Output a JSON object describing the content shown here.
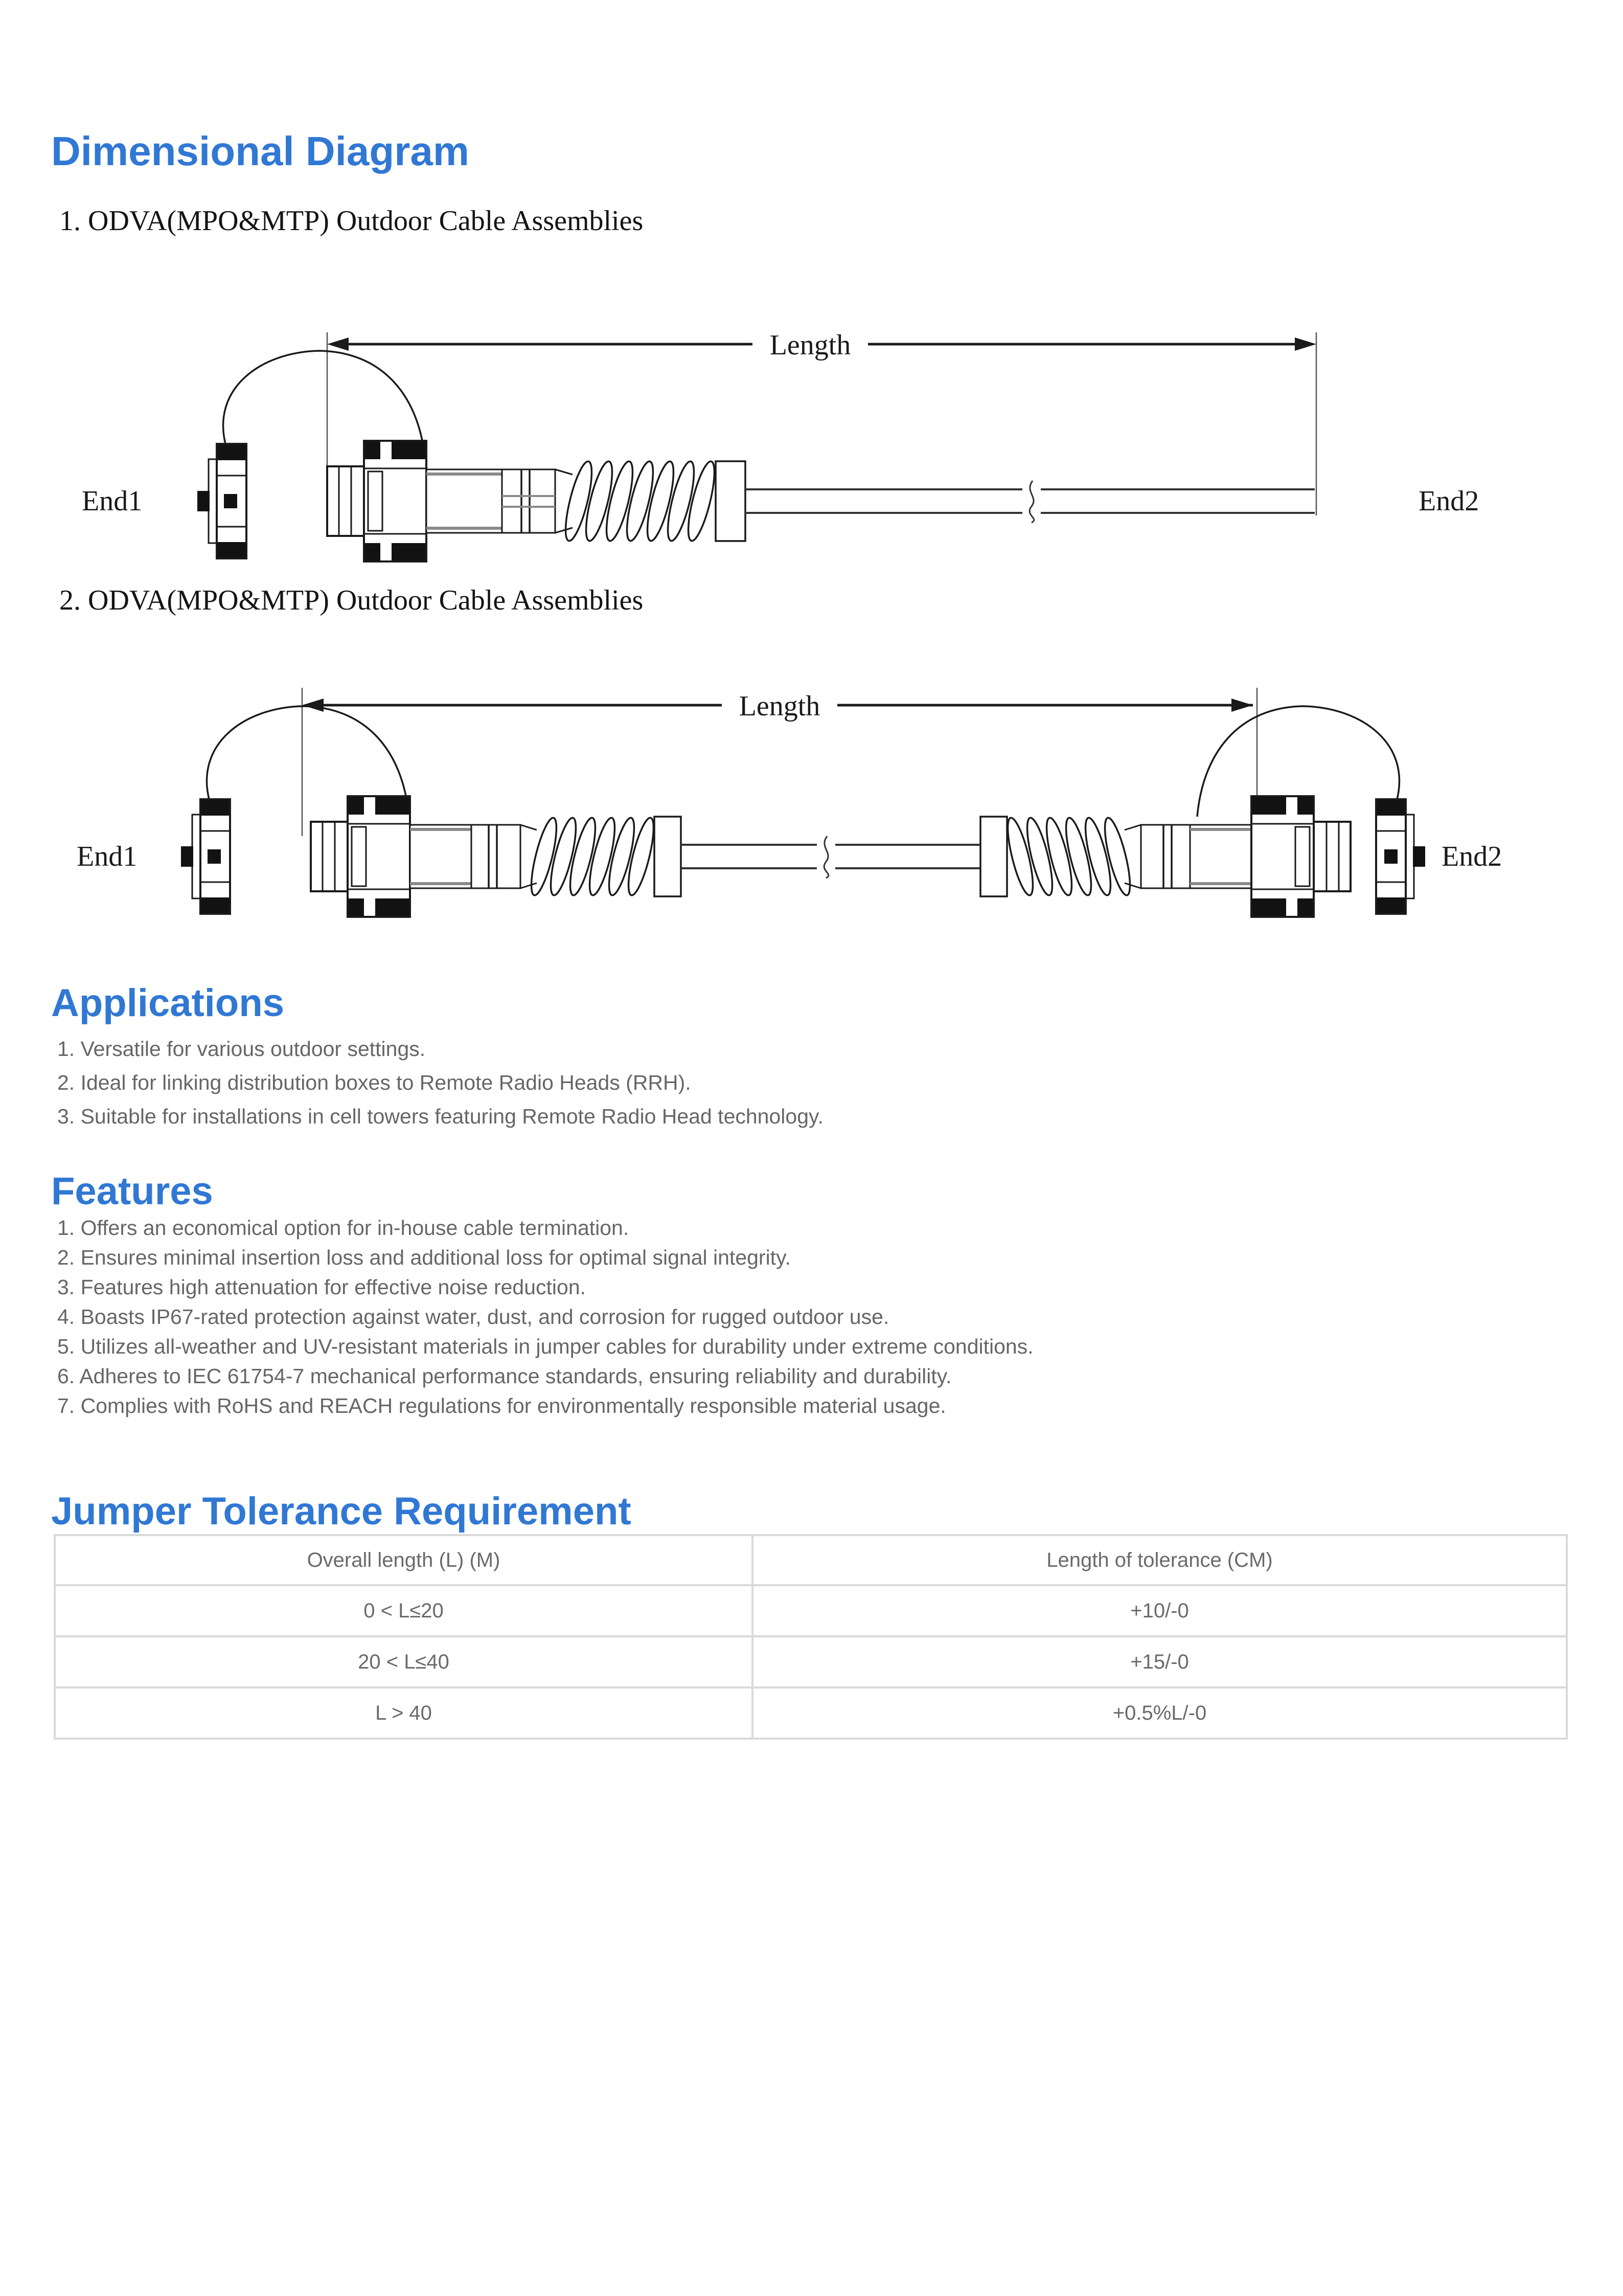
{
  "colors": {
    "accent_blue": "#3178D4",
    "body_text": "#666666",
    "table_text": "#6A6A6A",
    "table_border": "#D9D9D9",
    "diagram_ink": "#1A1A1A"
  },
  "dimensional": {
    "heading": "Dimensional Diagram",
    "diagram1": {
      "caption": "1. ODVA(MPO&MTP) Outdoor Cable Assemblies",
      "length_label": "Length",
      "end1_label": "End1",
      "end2_label": "End2"
    },
    "diagram2": {
      "caption": "2. ODVA(MPO&MTP) Outdoor Cable Assemblies",
      "length_label": "Length",
      "end1_label": "End1",
      "end2_label": "End2"
    }
  },
  "applications": {
    "heading": "Applications",
    "items": [
      "1. Versatile for various outdoor settings.",
      "2. Ideal for linking distribution boxes to Remote Radio Heads (RRH).",
      "3. Suitable for installations in cell towers featuring Remote Radio Head technology."
    ]
  },
  "features": {
    "heading": "Features",
    "items": [
      "1. Offers an economical option for in-house cable termination.",
      "2. Ensures minimal insertion loss and additional loss for optimal signal integrity.",
      "3. Features high attenuation for effective noise reduction.",
      "4. Boasts IP67-rated protection against water, dust, and corrosion for rugged outdoor use.",
      "5. Utilizes all-weather and UV-resistant materials in jumper cables for durability under extreme conditions.",
      "6. Adheres to IEC 61754-7 mechanical performance standards, ensuring reliability and durability.",
      "7. Complies with RoHS and REACH regulations for environmentally responsible material usage."
    ]
  },
  "tolerance": {
    "heading": "Jumper Tolerance Requirement",
    "table": {
      "columns": [
        "Overall length (L) (M)",
        "Length of tolerance (CM)"
      ],
      "rows": [
        [
          "0 < L≤20",
          "+10/-0"
        ],
        [
          "20 < L≤40",
          "+15/-0"
        ],
        [
          "L > 40",
          "+0.5%L/-0"
        ]
      ]
    }
  }
}
